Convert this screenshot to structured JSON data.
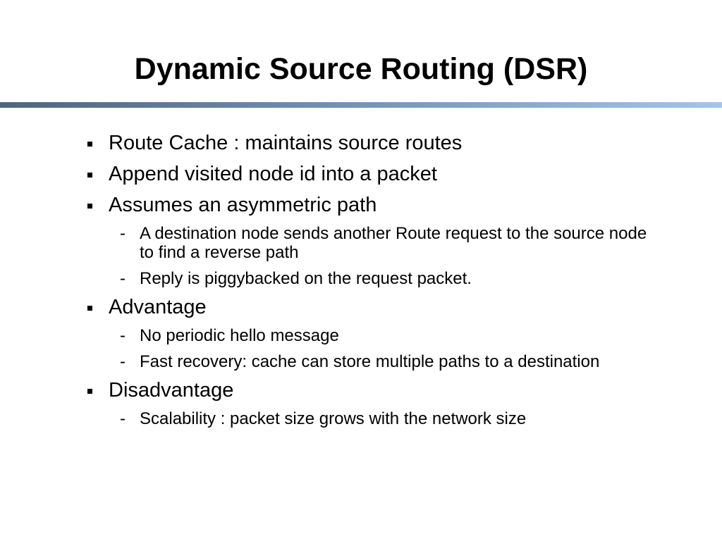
{
  "slide": {
    "title": "Dynamic Source Routing (DSR)",
    "bullets": [
      {
        "text": "Route Cache : maintains source routes",
        "subs": []
      },
      {
        "text": "Append visited node id into a packet",
        "subs": []
      },
      {
        "text": "Assumes an asymmetric path",
        "subs": [
          "A destination node sends another Route request to the source node to find a reverse path",
          "Reply is piggybacked on the request packet."
        ]
      },
      {
        "text": "Advantage",
        "subs": [
          "No periodic hello message",
          "Fast recovery: cache can store multiple paths to a destination"
        ]
      },
      {
        "text": "Disadvantage",
        "subs": [
          "Scalability : packet size grows with the network size"
        ]
      }
    ],
    "bullet_marker": "▪",
    "sub_marker": "-",
    "colors": {
      "rule_start": "#4d6580",
      "rule_end": "#a3c4ef",
      "text": "#000000",
      "background": "#ffffff"
    }
  }
}
